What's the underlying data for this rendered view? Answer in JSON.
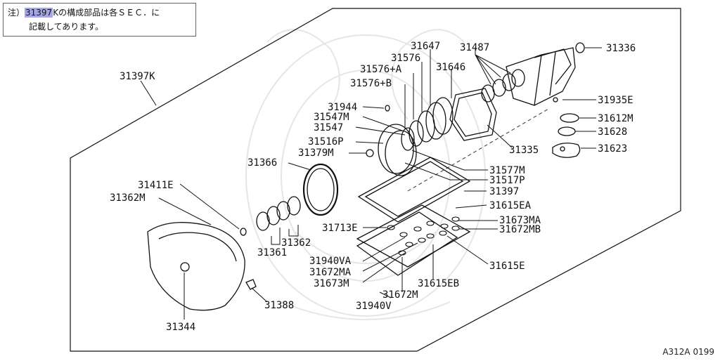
{
  "note": {
    "prefix": "注）",
    "highlight": "31397",
    "line1_rest": "Kの構成部品は各ＳＥＣ．に",
    "line2": "記載してあります。"
  },
  "diagram_code": "A312A 0199",
  "part_labels": {
    "p31397K": "31397K",
    "p31336": "31336",
    "p31487": "31487",
    "p31647": "31647",
    "p31576": "31576",
    "p31576A": "31576+A",
    "p31646": "31646",
    "p31576B": "31576+B",
    "p31944": "31944",
    "p31547M": "31547M",
    "p31547": "31547",
    "p31516P": "31516P",
    "p31379M": "31379M",
    "p31366": "31366",
    "p31935E": "31935E",
    "p31612M": "31612M",
    "p31628": "31628",
    "p31335": "31335",
    "p31623": "31623",
    "p31577M": "31577M",
    "p31517P": "31517P",
    "p31397": "31397",
    "p31615EA": "31615EA",
    "p31673MA": "31673MA",
    "p31672MB": "31672MB",
    "p31411E": "31411E",
    "p31362M": "31362M",
    "p31713E": "31713E",
    "p31362": "31362",
    "p31361": "31361",
    "p31940VA": "31940VA",
    "p31672MA": "31672MA",
    "p31615E": "31615E",
    "p31673M": "31673M",
    "p31615EB": "31615EB",
    "p31672M": "31672M",
    "p31388": "31388",
    "p31940V": "31940V",
    "p31344": "31344"
  }
}
